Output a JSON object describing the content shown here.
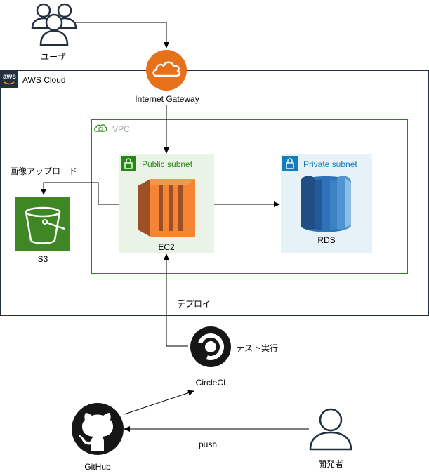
{
  "users": {
    "label": "ユーザ"
  },
  "internet_gateway": {
    "label": "Internet Gateway"
  },
  "aws_cloud": {
    "label": "AWS Cloud",
    "badge": "aws"
  },
  "vpc": {
    "label": "VPC"
  },
  "public_subnet": {
    "label": "Public subnet"
  },
  "private_subnet": {
    "label": "Private subnet"
  },
  "ec2": {
    "label": "EC2"
  },
  "rds": {
    "label": "RDS"
  },
  "s3": {
    "label": "S3"
  },
  "image_upload": {
    "label": "画像アップロード"
  },
  "deploy": {
    "label": "デプロイ"
  },
  "test_run": {
    "label": "テスト実行"
  },
  "circleci": {
    "label": "CircleCI"
  },
  "github": {
    "label": "GitHub"
  },
  "push": {
    "label": "push"
  },
  "developer": {
    "label": "開発者"
  },
  "colors": {
    "vpc_green": "#248814",
    "public_bg": "#e9f3e6",
    "private_bg": "#e6f2f8",
    "private_blue": "#147eba",
    "igw_orange": "#e7701b",
    "ec2_orange": "#e7701b",
    "s3_green": "#3f8624",
    "rds_blue": "#2e73b8"
  }
}
